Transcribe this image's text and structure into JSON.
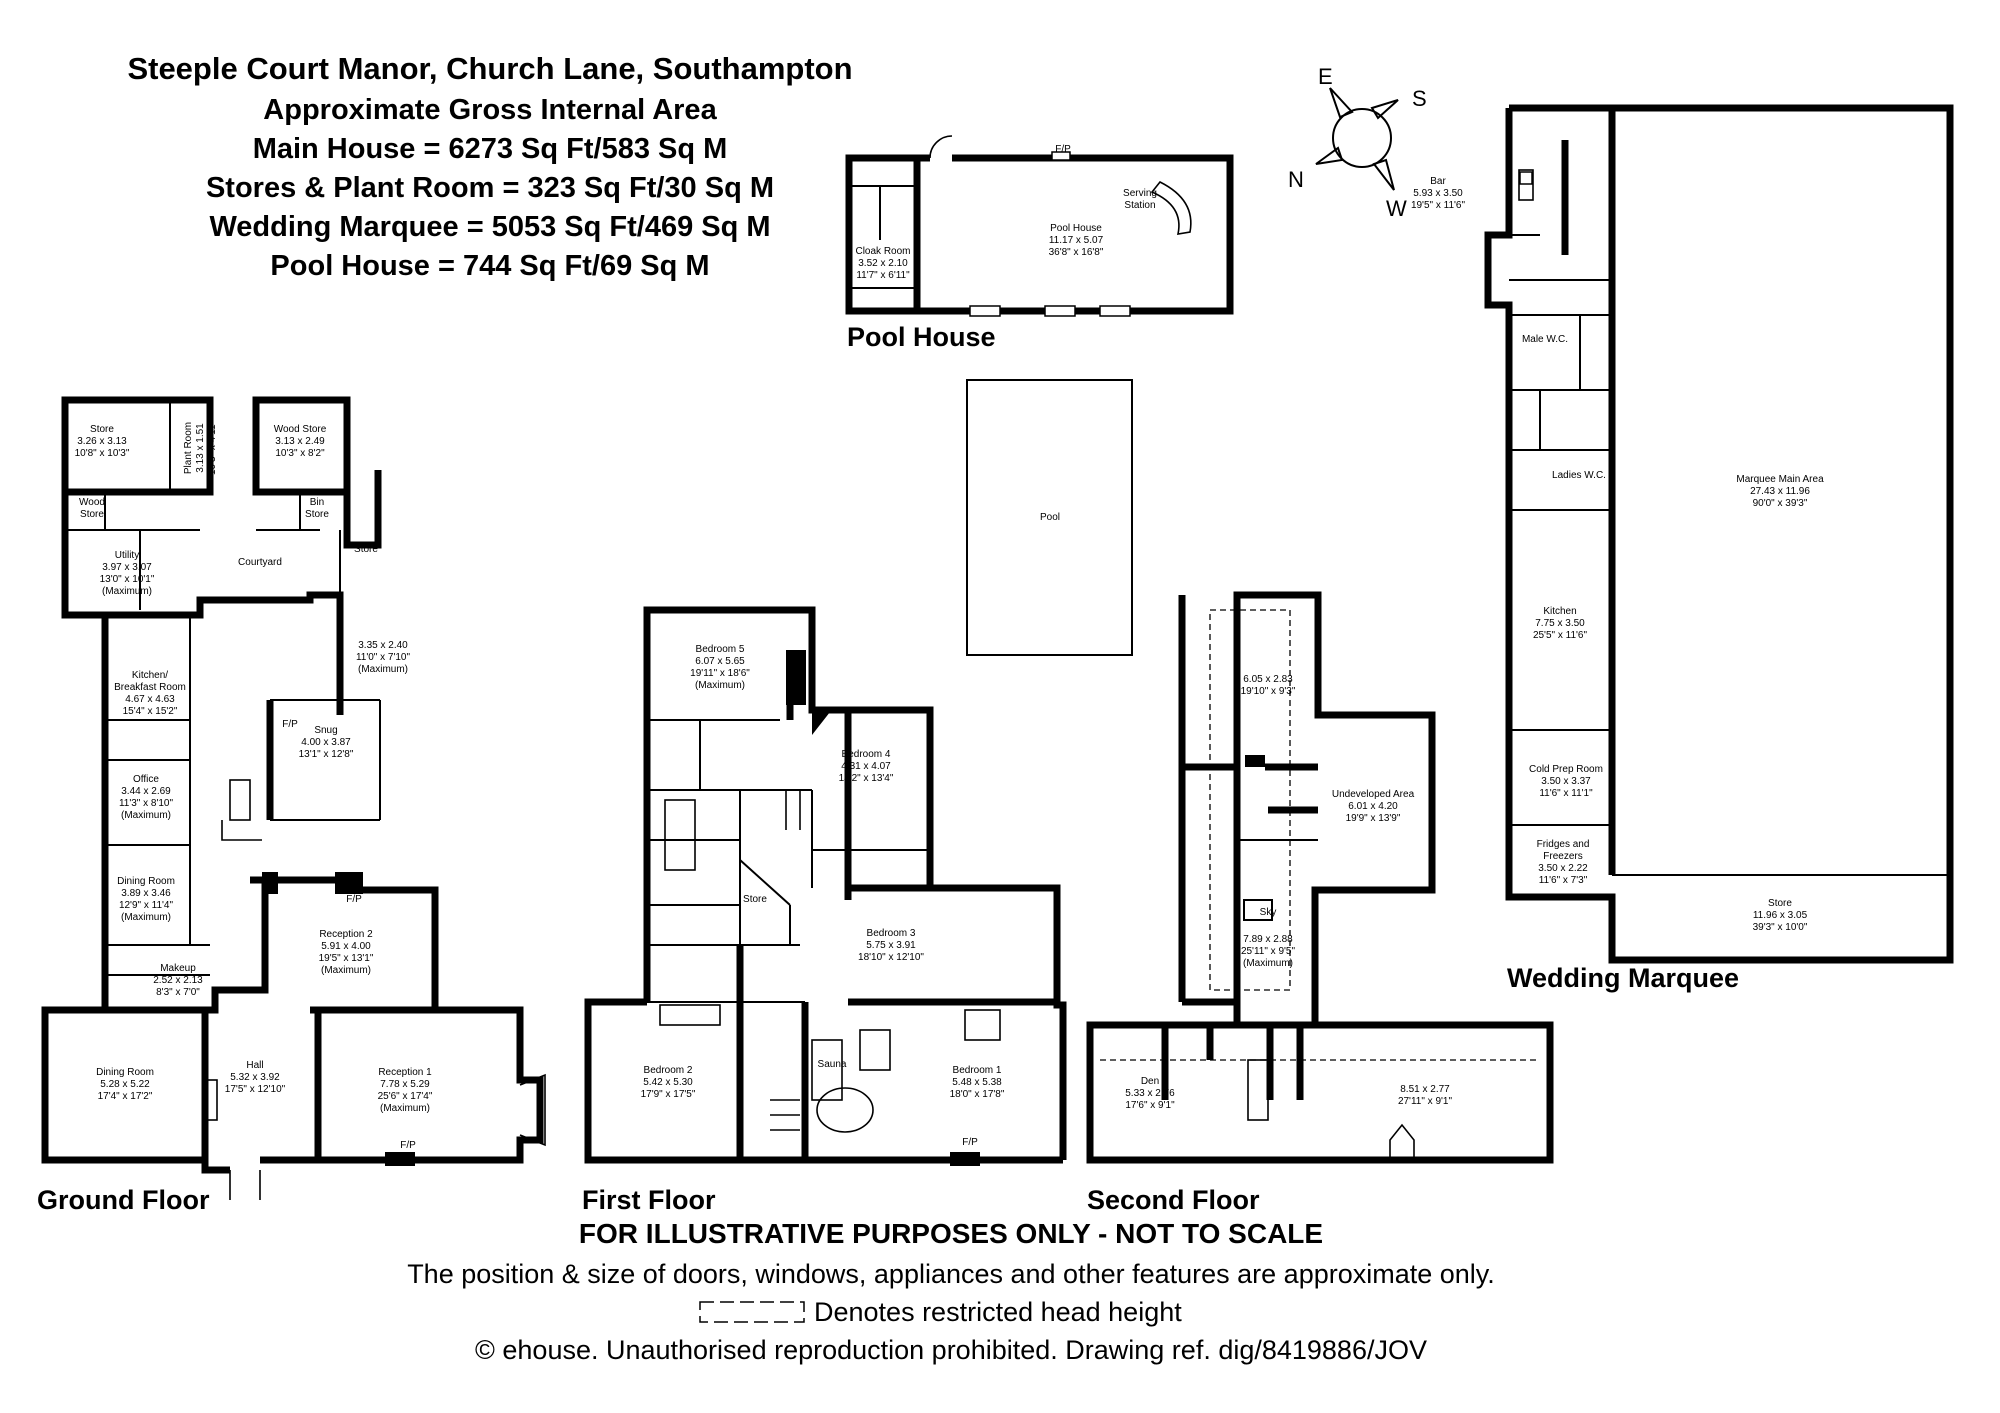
{
  "header": {
    "title": "Steeple Court Manor, Church Lane, Southampton",
    "subtitle": "Approximate Gross Internal Area",
    "areas": [
      "Main House = 6273 Sq Ft/583 Sq M",
      "Stores & Plant Room = 323 Sq Ft/30 Sq M",
      "Wedding Marquee = 5053 Sq Ft/469 Sq M",
      "Pool House = 744 Sq Ft/69 Sq M"
    ]
  },
  "compass": {
    "e": "E",
    "s": "S",
    "n": "N",
    "w": "W"
  },
  "floor_labels": {
    "ground": "Ground Floor",
    "first": "First Floor",
    "second": "Second Floor",
    "pool_house": "Pool House",
    "marquee": "Wedding Marquee"
  },
  "markers": {
    "fp": "F/P",
    "sky": "Sky"
  },
  "rooms": {
    "store_a": [
      "Store",
      "3.26 x 3.13",
      "10'8\" x 10'3\""
    ],
    "plant_room": [
      "Plant Room",
      "3.13 x 1.51",
      "10'3\" x 4'11\""
    ],
    "wood_store_a": [
      "Wood Store",
      "3.13 x 2.49",
      "10'3\" x 8'2\""
    ],
    "wood_store_b": [
      "Wood",
      "Store"
    ],
    "bin_store": [
      "Bin",
      "Store"
    ],
    "store_b": [
      "Store"
    ],
    "utility": [
      "Utility",
      "3.97 x 3.07",
      "13'0\" x 10'1\"",
      "(Maximum)"
    ],
    "courtyard": [
      "Courtyard"
    ],
    "room_335": [
      "3.35 x 2.40",
      "11'0\" x 7'10\"",
      "(Maximum)"
    ],
    "kitchen_breakfast": [
      "Kitchen/",
      "Breakfast Room",
      "4.67 x 4.63",
      "15'4\" x 15'2\""
    ],
    "snug": [
      "Snug",
      "4.00 x 3.87",
      "13'1\" x 12'8\""
    ],
    "office": [
      "Office",
      "3.44 x 2.69",
      "11'3\" x 8'10\"",
      "(Maximum)"
    ],
    "dining_room_small": [
      "Dining Room",
      "3.89 x 3.46",
      "12'9\" x 11'4\"",
      "(Maximum)"
    ],
    "reception_2": [
      "Reception 2",
      "5.91 x 4.00",
      "19'5\" x 13'1\"",
      "(Maximum)"
    ],
    "makeup": [
      "Makeup",
      "2.52 x 2.13",
      "8'3\" x 7'0\""
    ],
    "dining_room": [
      "Dining Room",
      "5.28 x 5.22",
      "17'4\" x 17'2\""
    ],
    "hall": [
      "Hall",
      "5.32 x 3.92",
      "17'5\" x 12'10\""
    ],
    "reception_1": [
      "Reception 1",
      "7.78 x 5.29",
      "25'6\" x 17'4\"",
      "(Maximum)"
    ],
    "bedroom_5": [
      "Bedroom 5",
      "6.07 x 5.65",
      "19'11\" x 18'6\"",
      "(Maximum)"
    ],
    "bedroom_4": [
      "Bedroom 4",
      "4.31 x 4.07",
      "14'2\" x 13'4\""
    ],
    "store_first": [
      "Store"
    ],
    "bedroom_3": [
      "Bedroom 3",
      "5.75 x 3.91",
      "18'10\" x 12'10\""
    ],
    "bedroom_2": [
      "Bedroom 2",
      "5.42 x 5.30",
      "17'9\" x 17'5\""
    ],
    "sauna": [
      "Sauna"
    ],
    "bedroom_1": [
      "Bedroom 1",
      "5.48 x 5.38",
      "18'0\" x 17'8\""
    ],
    "cloak_room": [
      "Cloak Room",
      "3.52 x 2.10",
      "11'7\" x 6'11\""
    ],
    "pool_house_room": [
      "Pool House",
      "11.17 x 5.07",
      "36'8\" x 16'8\""
    ],
    "serving_station": [
      "Serving",
      "Station"
    ],
    "pool": [
      "Pool"
    ],
    "second_top": [
      "6.05 x 2.83",
      "19'10\" x 9'3\""
    ],
    "undeveloped": [
      "Undeveloped Area",
      "6.01 x 4.20",
      "19'9\" x 13'9\""
    ],
    "second_mid": [
      "7.89 x 2.88",
      "25'11\" x 9'5\"",
      "(Maximum)"
    ],
    "den": [
      "Den",
      "5.33 x 2.76",
      "17'6\" x 9'1\""
    ],
    "second_right": [
      "8.51 x 2.77",
      "27'11\" x 9'1\""
    ],
    "bar": [
      "Bar",
      "5.93 x 3.50",
      "19'5\" x 11'6\""
    ],
    "male_wc": [
      "Male W.C."
    ],
    "ladies_wc": [
      "Ladies W.C."
    ],
    "marquee_main": [
      "Marquee Main Area",
      "27.43 x 11.96",
      "90'0\" x 39'3\""
    ],
    "marquee_kitchen": [
      "Kitchen",
      "7.75 x 3.50",
      "25'5\" x 11'6\""
    ],
    "cold_prep": [
      "Cold Prep Room",
      "3.50 x 3.37",
      "11'6\" x 11'1\""
    ],
    "fridges": [
      "Fridges and",
      "Freezers",
      "3.50 x 2.22",
      "11'6\" x 7'3\""
    ],
    "marquee_store": [
      "Store",
      "11.96 x 3.05",
      "39'3\" x 10'0\""
    ]
  },
  "footer": {
    "illustrative": "FOR ILLUSTRATIVE PURPOSES ONLY - NOT TO SCALE",
    "disclaimer": "The position & size of doors, windows, appliances and other features are approximate only.",
    "restricted": "Denotes restricted head height",
    "copyright": "© ehouse. Unauthorised reproduction prohibited. Drawing ref. dig/8419886/JOV"
  }
}
